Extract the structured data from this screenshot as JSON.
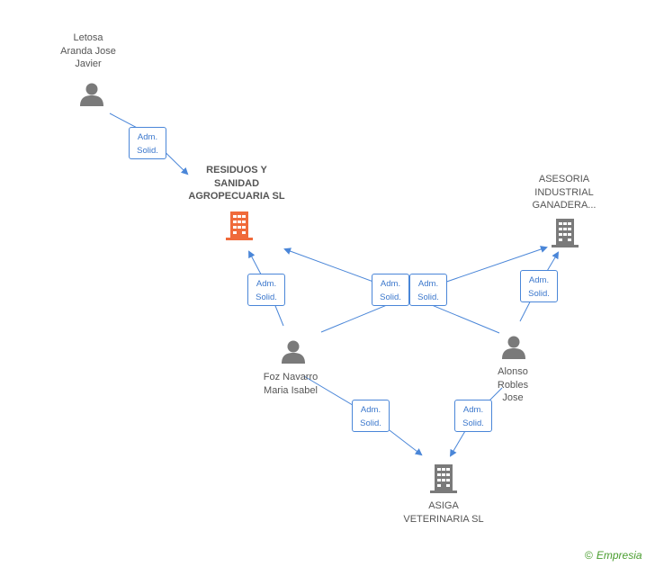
{
  "nodes": {
    "letosa": {
      "label": [
        "Letosa",
        "Aranda Jose",
        "Javier"
      ],
      "type": "person"
    },
    "residuos": {
      "label": [
        "RESIDUOS Y",
        "SANIDAD",
        "AGROPECUARIA SL"
      ],
      "type": "company",
      "highlight": true
    },
    "asesoria": {
      "label": [
        "ASESORIA",
        "INDUSTRIAL",
        "GANADERA..."
      ],
      "type": "company"
    },
    "foz": {
      "label": [
        "Foz Navarro",
        "Maria Isabel"
      ],
      "type": "person"
    },
    "alonso": {
      "label": [
        "Alonso",
        "Robles",
        "Jose"
      ],
      "type": "person"
    },
    "asiga": {
      "label": [
        "ASIGA",
        "VETERINARIA SL"
      ],
      "type": "company"
    }
  },
  "edge_labels": {
    "letosa_residuos": [
      "Adm.",
      "Solid."
    ],
    "foz_residuos": [
      "Adm.",
      "Solid."
    ],
    "alonso_residuos": [
      "Adm.",
      "Solid."
    ],
    "foz_asesoria": [
      "Adm.",
      "Solid."
    ],
    "alonso_asesoria": [
      "Adm.",
      "Solid."
    ],
    "foz_asiga": [
      "Adm.",
      "Solid."
    ],
    "alonso_asiga": [
      "Adm.",
      "Solid."
    ]
  },
  "colors": {
    "edge": "#4a86d8",
    "person_icon": "#7a7a7a",
    "company_icon": "#7a7a7a",
    "highlight_icon": "#f06a3a",
    "brand": "#4a9d2f"
  },
  "brand": {
    "copyright": "©",
    "name": "Empresia"
  }
}
